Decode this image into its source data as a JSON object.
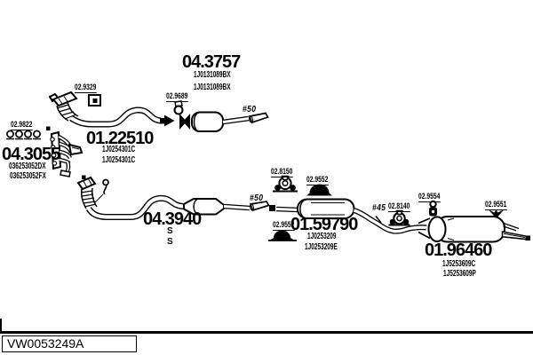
{
  "assemblies": {
    "front_catalyst": {
      "code": "04.3757",
      "sub1": "1J0131089BX",
      "sub2": "1J0131089BX"
    },
    "front_pipe": {
      "code": "01.22510",
      "sub1": "1J0254301C",
      "sub2": "1J0254301C"
    },
    "manifold": {
      "code": "04.3055",
      "sub1": "036253052DX",
      "sub2": "036253052FX"
    },
    "center_pipe": {
      "code": "04.3940",
      "sub1": "S",
      "sub2": "S"
    },
    "mid_muffler": {
      "code": "01.59790",
      "sub1": "1J0253209",
      "sub2": "1J0253209E"
    },
    "rear_muffler": {
      "code": "01.96460",
      "sub1": "1J5253609C",
      "sub2": "1J5253609P"
    }
  },
  "small_parts": {
    "manifold_gasket": "02.9822",
    "clamp": "02.9329",
    "ring_gasket": "02.9689",
    "hanger_mid": "02.8150",
    "mount_top": "02.9552",
    "mount_bottom": "02.9552",
    "hanger_rear": "02.8140",
    "hook": "02.9554",
    "bracket": "02.9551"
  },
  "annotations": {
    "dia50_top": "#50",
    "dia50_mid": "#50",
    "dia45": "#45"
  },
  "footer": {
    "code": "VW0053249A"
  }
}
